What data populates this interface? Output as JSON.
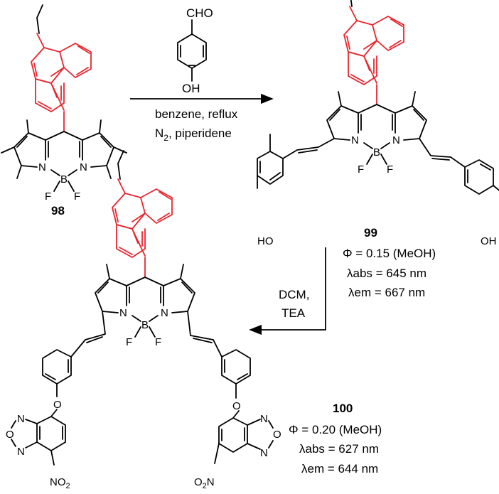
{
  "reagent": {
    "cho": "CHO",
    "oh": "OH"
  },
  "step1": {
    "line1": "benzene, reflux",
    "line2_a": "N",
    "line2_sub": "2",
    "line2_b": ", piperidene"
  },
  "step2": {
    "line1": "DCM,",
    "line2": "TEA"
  },
  "compound98": {
    "label": "98"
  },
  "compound99": {
    "label": "99",
    "phi": "Φ = 0.15 (MeOH)",
    "abs": "λabs = 645 nm",
    "em": "λem = 667 nm"
  },
  "compound100": {
    "label": "100",
    "phi": "Φ = 0.20 (MeOH)",
    "abs": "λabs = 627 nm",
    "em": "λem = 644 nm"
  },
  "atoms": {
    "n": "N",
    "b": "B",
    "f": "F",
    "o": "O",
    "ho": "HO",
    "oh": "OH",
    "no2_n": "NO",
    "no2_sub": "2",
    "o2n_o": "O",
    "o2n_sub": "2",
    "o2n_n": "N"
  },
  "colors": {
    "carbazole": "#e8262d",
    "core": "#000000"
  }
}
